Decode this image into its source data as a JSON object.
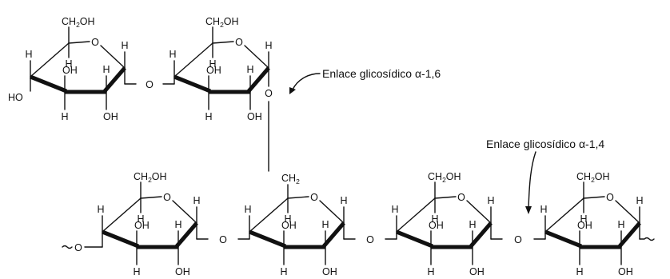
{
  "labels": {
    "ch2oh_prefix": "CH",
    "ch2oh_sub": "2",
    "ch2oh_suffix": "OH",
    "ch2_prefix": "CH",
    "ch2_sub": "2",
    "o": "O",
    "h": "H",
    "oh": "OH",
    "ho": "HO"
  },
  "annotations": {
    "alpha16": "Enlace glicosídico α-1,6",
    "alpha14": "Enlace glicosídico α-1,4"
  }
}
